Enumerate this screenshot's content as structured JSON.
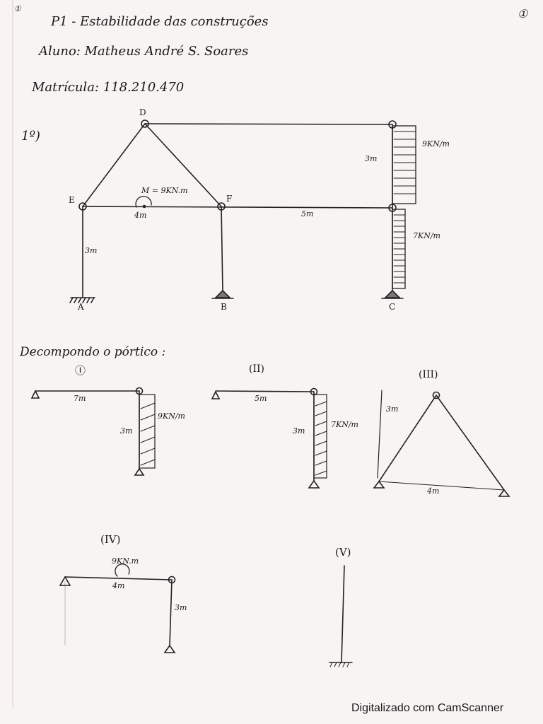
{
  "header": {
    "page_num_left": "①",
    "page_num_right": "①",
    "title": "P1 - Estabilidade das construções",
    "student": "Aluno: Matheus André S. Soares",
    "registration": "Matrícula: 118.210.470"
  },
  "problem": {
    "number": "1º)",
    "labels": {
      "D": "D",
      "E": "E",
      "F": "F",
      "A": "A",
      "B": "B",
      "C": "C",
      "moment": "M = 9KN.m",
      "ef_len": "4m",
      "fc_len": "5m",
      "col_len": "3m",
      "upper_right_len": "3m",
      "load_upper": "9KN/m",
      "load_lower": "7KN/m"
    }
  },
  "decomp": {
    "title": "Decompondo o pórtico :",
    "I": {
      "label": "Ⓘ",
      "span": "7m",
      "height": "3m",
      "load": "9KN/m"
    },
    "II": {
      "label": "(II)",
      "span": "5m",
      "height": "3m",
      "load": "7KN/m"
    },
    "III": {
      "label": "(III)",
      "height": "3m",
      "span": "4m"
    },
    "IV": {
      "label": "(IV)",
      "moment": "9KN.m",
      "span": "4m",
      "height": "3m"
    },
    "V": {
      "label": "(V)"
    }
  },
  "footer": {
    "text": "Digitalizado com CamScanner"
  }
}
